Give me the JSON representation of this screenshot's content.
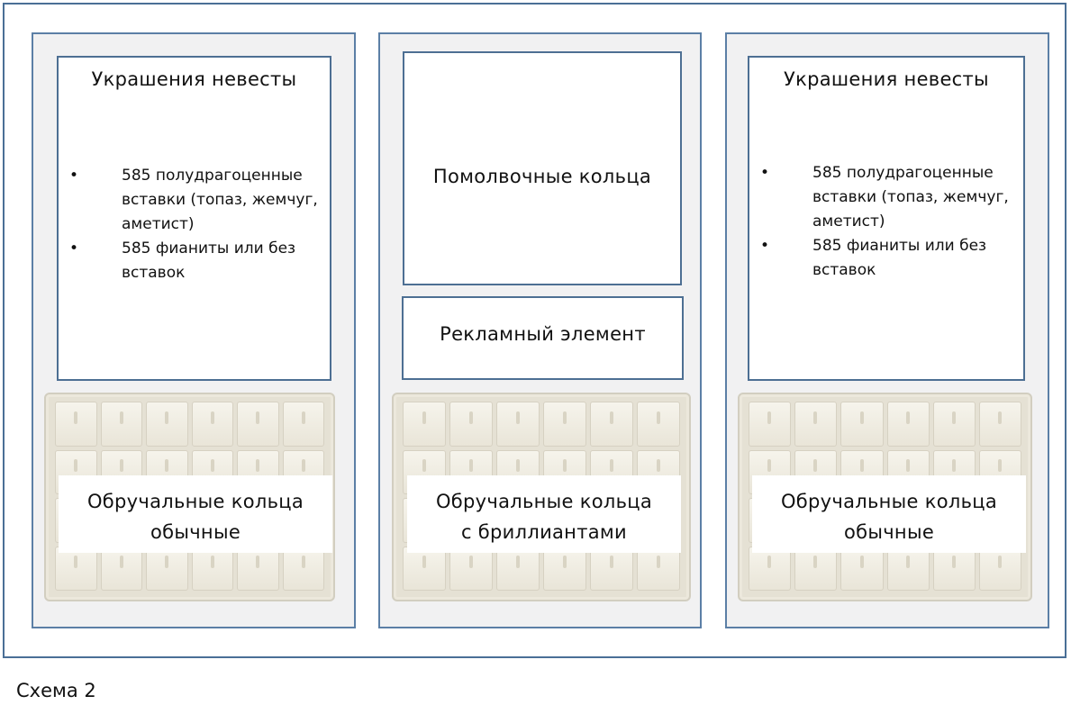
{
  "columns": [
    {
      "type": "bride",
      "title": "Украшения невесты",
      "bullets": [
        "585 полудрагоценные вставки (топаз, жемчуг, аметист)",
        "585 фианиты или без вставок"
      ],
      "tray_label_line1": "Обручальные кольца",
      "tray_label_line2": "обычные"
    },
    {
      "type": "center",
      "engagement_label": "Помолвочные кольца",
      "ad_label": "Рекламный элемент",
      "tray_label_line1": "Обручальные кольца",
      "tray_label_line2": "с бриллиантами"
    },
    {
      "type": "bride",
      "title": "Украшения невесты",
      "bullets": [
        "585 полудрагоценные вставки (топаз, жемчуг, аметист)",
        "585 фианиты или без вставок"
      ],
      "tray_label_line1": "Обручальные кольца",
      "tray_label_line2": "обычные"
    }
  ],
  "caption": "Схема 2",
  "colors": {
    "outer_border": "#4a6f96",
    "column_border": "#5b7fa6",
    "column_fill": "#f1f1f2",
    "tray": "#e5e1d4"
  }
}
